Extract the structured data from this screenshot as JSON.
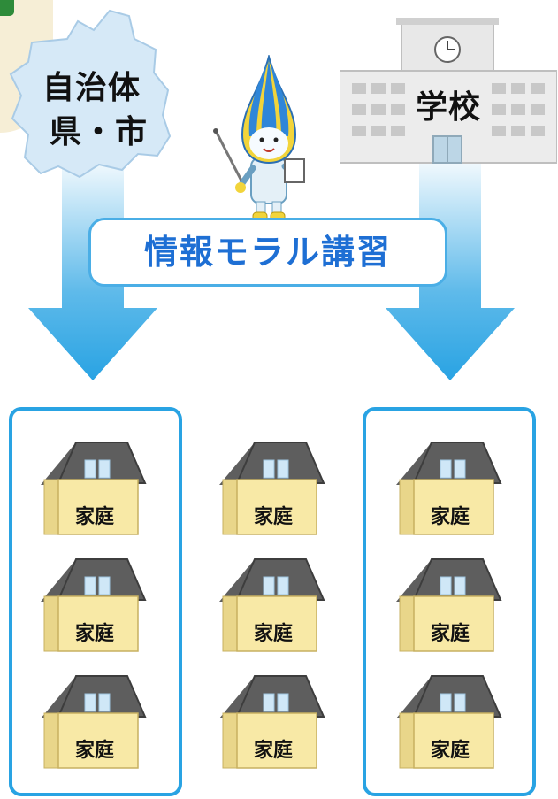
{
  "left_source": {
    "line1": "自治体",
    "line2": "県・市"
  },
  "right_source": {
    "label": "学校"
  },
  "banner": {
    "label": "情報モラル講習"
  },
  "houses": {
    "label": "家庭",
    "left_group": [
      "家庭",
      "家庭",
      "家庭"
    ],
    "middle_group": [
      "家庭",
      "家庭",
      "家庭"
    ],
    "right_group": [
      "家庭",
      "家庭",
      "家庭"
    ]
  },
  "colors": {
    "arrow": "#29a3e3",
    "group_border": "#29a3e3",
    "banner_text": "#1e6fd4",
    "map_fill": "#d4e8f6",
    "house_wall": "#f8e9a6",
    "house_roof": "#5e5e5e"
  },
  "icons": [
    "prefecture-map-icon",
    "school-building-icon",
    "mascot-icon",
    "house-icon"
  ]
}
